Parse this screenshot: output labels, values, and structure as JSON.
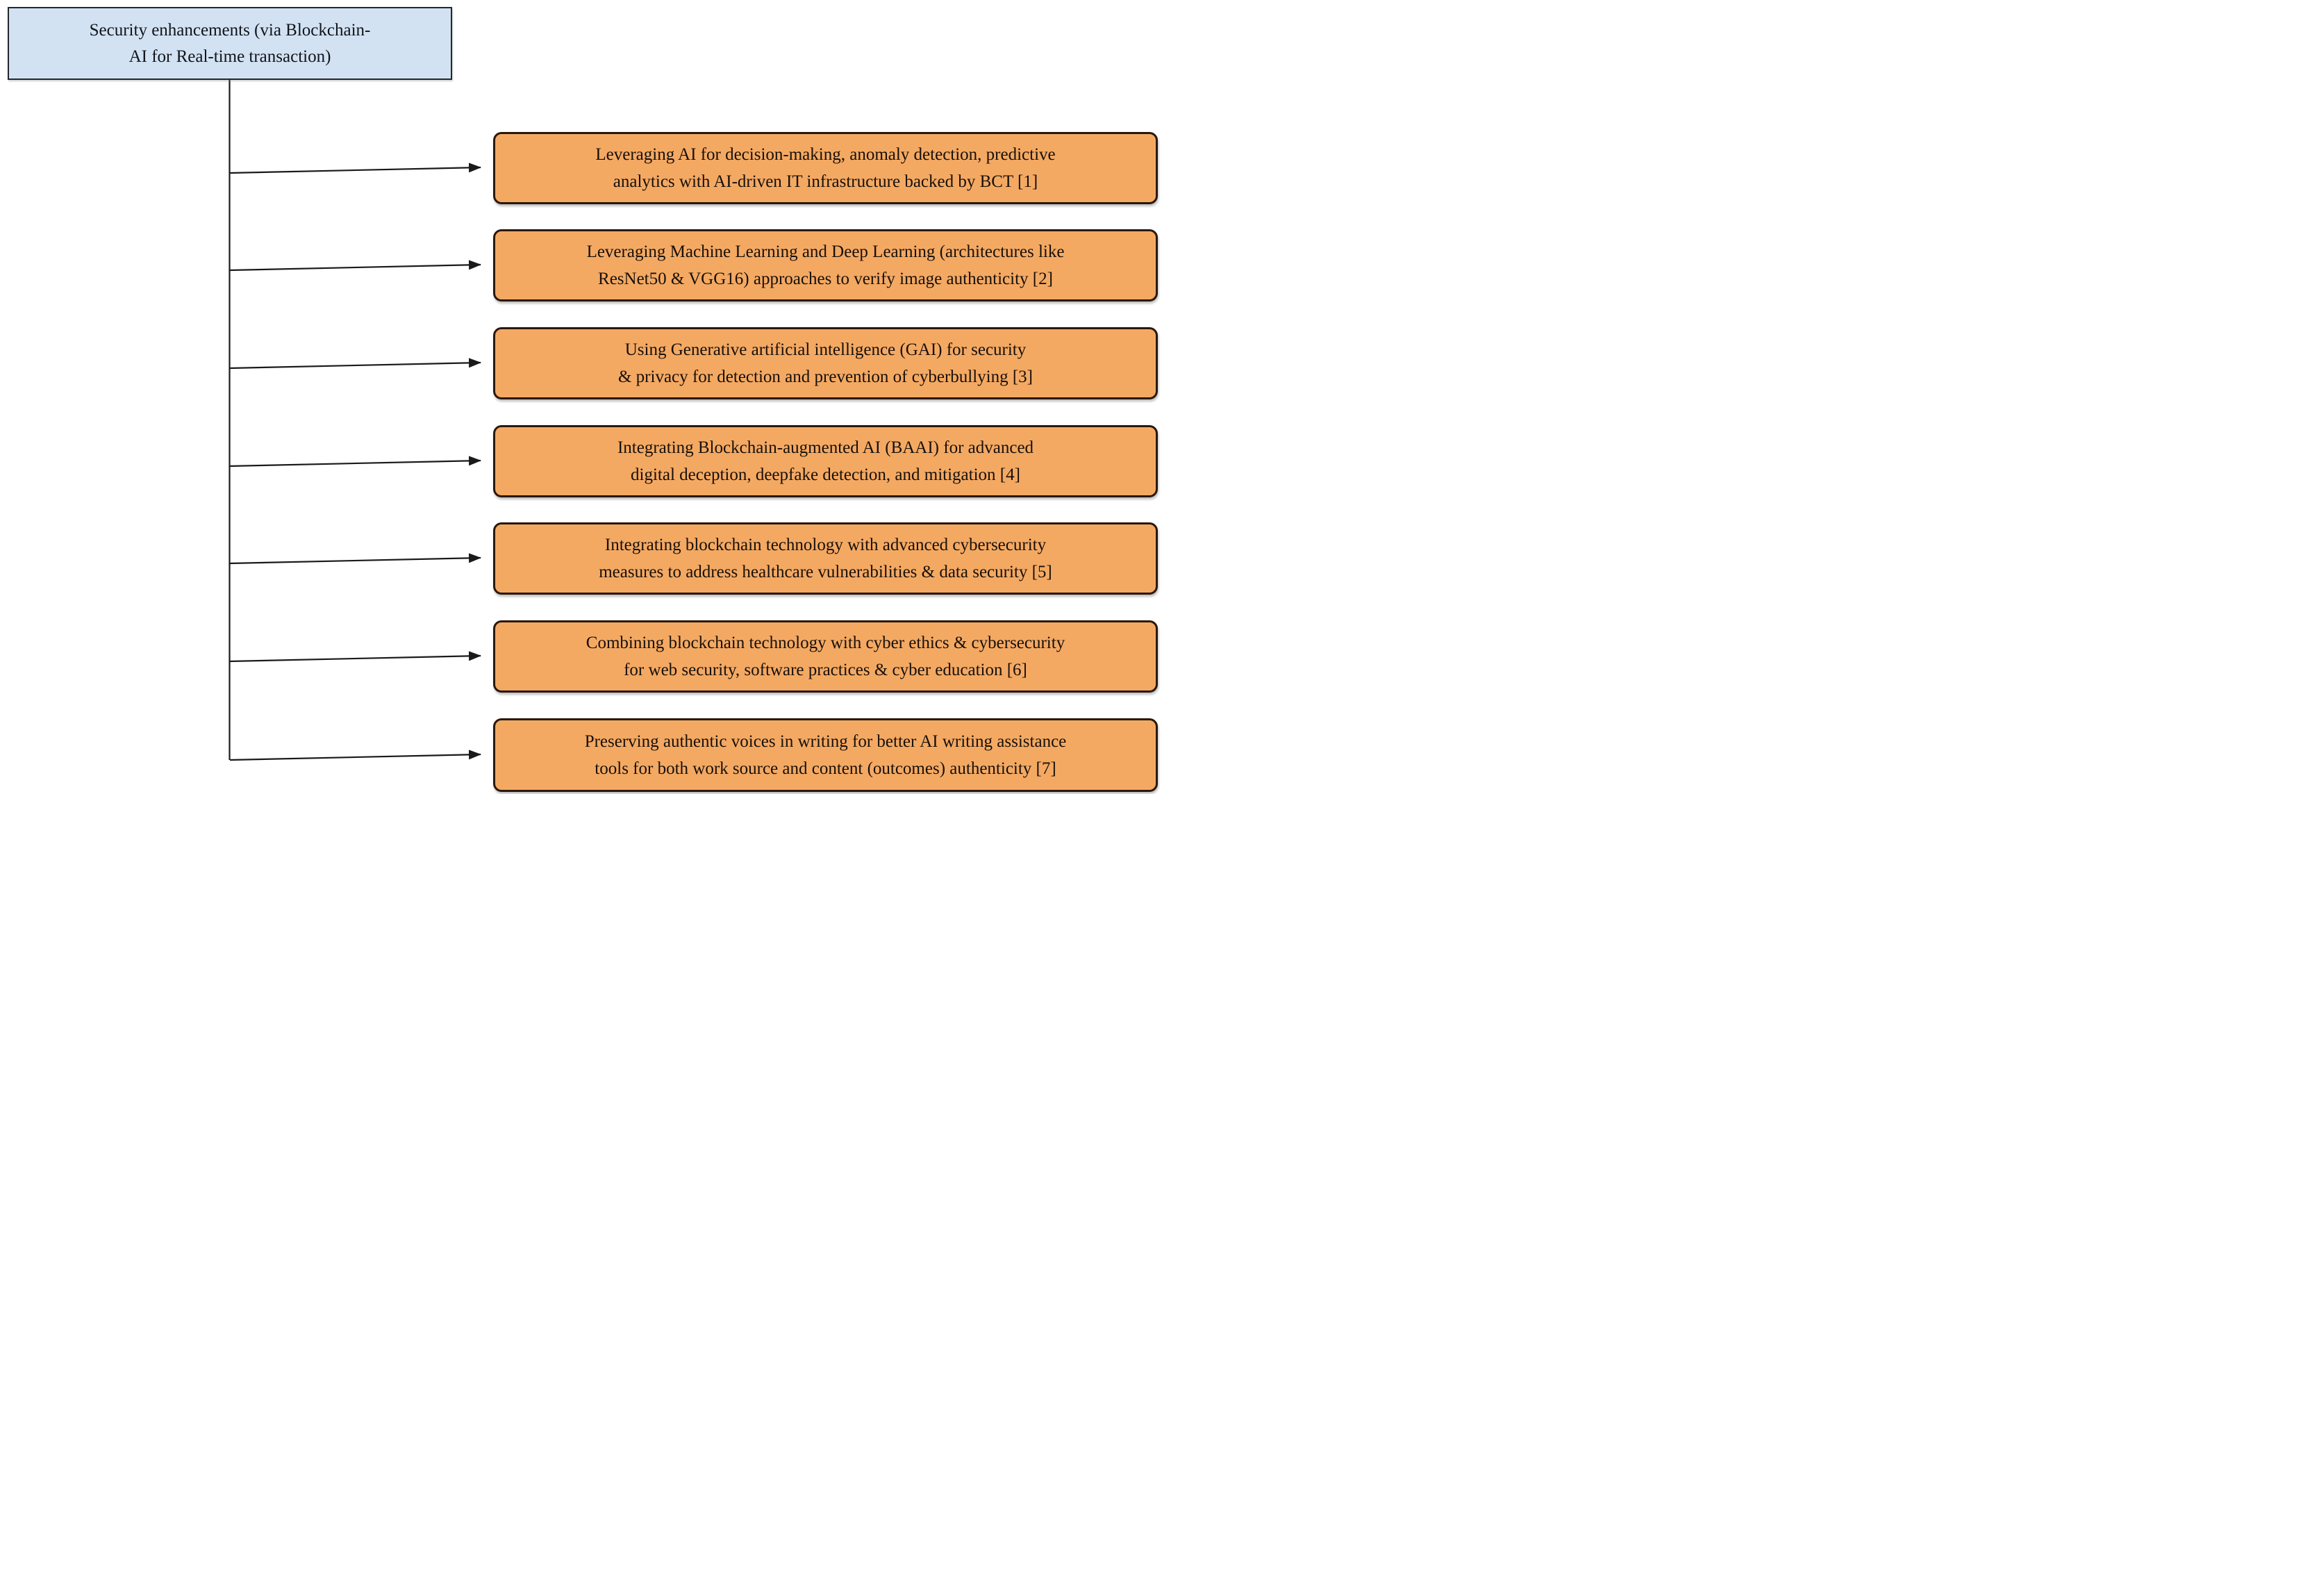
{
  "figure": {
    "type": "flowchart",
    "root": {
      "label": "Security enhancements (via Blockchain-AI for Real-time transaction)",
      "fill_color": "#d3e2f2",
      "border_color": "#23272c"
    },
    "nodes": [
      {
        "label": "Leveraging AI for decision-making, anomaly detection, predictive analytics with AI-driven IT infrastructure backed by BCT [1]"
      },
      {
        "label": "Leveraging Machine Learning and Deep Learning (architectures like ResNet50 & VGG16) approaches to verify image authenticity [2]"
      },
      {
        "label": "Using Generative artificial intelligence (GAI) for security & privacy for detection and prevention of cyberbullying [3]"
      },
      {
        "label": "Integrating Blockchain-augmented AI (BAAI) for advanced digital deception, deepfake detection, and mitigation [4]"
      },
      {
        "label": "Integrating blockchain technology with advanced cybersecurity measures to address healthcare vulnerabilities & data security [5]"
      },
      {
        "label": "Combining blockchain technology with cyber ethics & cybersecurity for web security, software practices & cyber education [6]"
      },
      {
        "label": "Preserving authentic voices in writing for better AI writing assistance tools for both work source and content (outcomes) authenticity [7]"
      }
    ],
    "node_style": {
      "fill_color": "#f4a963",
      "border_color": "#2a180b",
      "text_color": "#17100a"
    },
    "connector_color": "#1a1a1a"
  }
}
